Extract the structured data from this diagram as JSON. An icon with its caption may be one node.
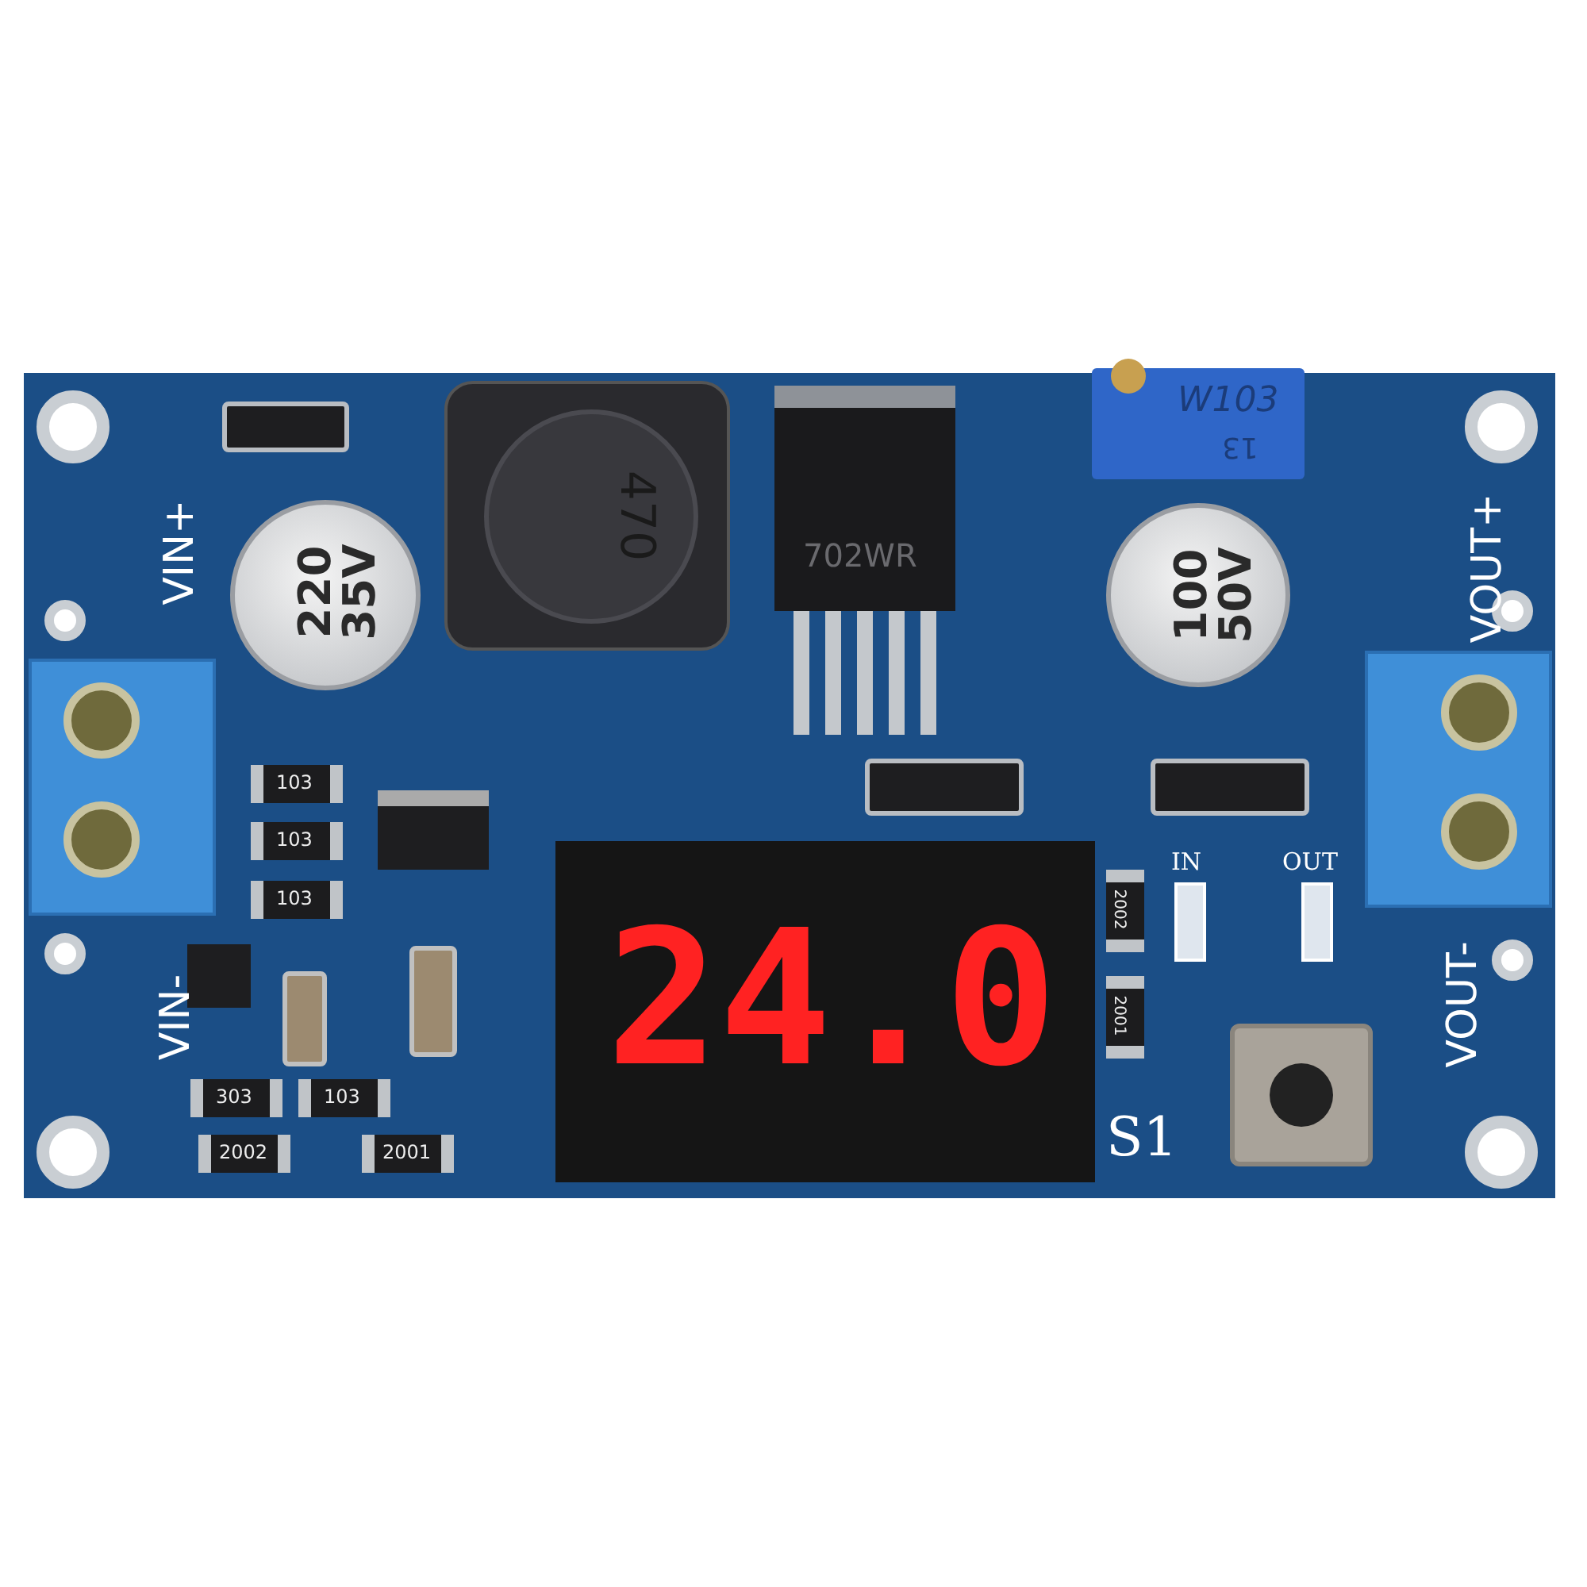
{
  "diagram": {
    "labels": [
      "W103",
      "13",
      "VIN+",
      "220 35V",
      "470",
      "702WR",
      "100 50V",
      "VOUT+",
      "103",
      "103",
      "103",
      "IN",
      "OUT",
      "2002",
      "2001",
      "VIN-",
      "24.0",
      "VOUT-",
      "303",
      "103",
      "S1",
      "2002",
      "2001"
    ]
  }
}
